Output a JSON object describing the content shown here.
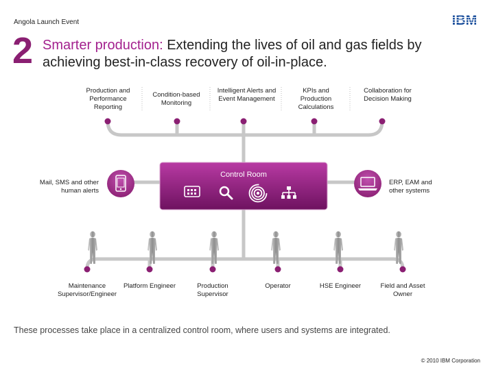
{
  "header": {
    "event_label": "Angola Launch Event",
    "logo_text": "IBM"
  },
  "slide": {
    "number": "2",
    "title_accent": "Smarter production:",
    "title_rest": " Extending the lives of oil and gas fields by achieving best-in-class recovery of oil-in-place."
  },
  "processes": [
    "Production and Performance Reporting",
    "Condition-based Monitoring",
    "Intelligent Alerts and Event Management",
    "KPIs and Production Calculations",
    "Collaboration for Decision Making"
  ],
  "control_room": {
    "title": "Control Room",
    "icons": [
      "dashboard-icon",
      "search-icon",
      "wireless-signal-icon",
      "network-hierarchy-icon"
    ]
  },
  "left_system": {
    "label": "Mail, SMS and other human alerts",
    "icon": "mobile-phone-icon"
  },
  "right_system": {
    "label": "ERP, EAM and other systems",
    "icon": "laptop-icon"
  },
  "users": [
    "Maintenance Supervisor/Engineer",
    "Platform Engineer",
    "Production Supervisor",
    "Operator",
    "HSE Engineer",
    "Field and Asset Owner"
  ],
  "footer": {
    "summary": "These processes take place in a centralized control room, where users and systems are integrated.",
    "copyright": "© 2010 IBM Corporation"
  },
  "colors": {
    "accent": "#a3218e",
    "dot": "#8a1f72",
    "connector": "#c7c7c7",
    "control_room_dark": "#7a1466",
    "person": "#9e9e9e"
  }
}
